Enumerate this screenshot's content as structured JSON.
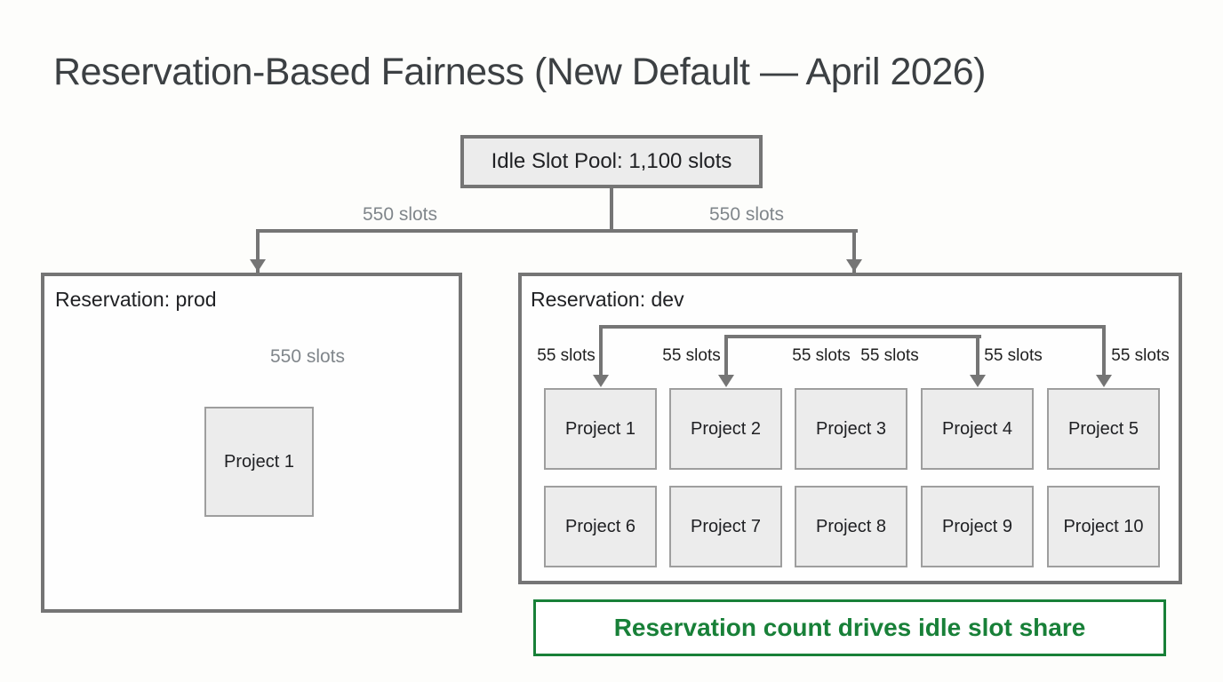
{
  "title": "Reservation-Based Fairness (New Default — April 2026)",
  "idle_pool": {
    "label": "Idle Slot Pool: 1,100 slots"
  },
  "branch": {
    "left_label": "550 slots",
    "right_label": "550 slots"
  },
  "prod_reservation": {
    "title": "Reservation: prod",
    "edge_label": "550 slots",
    "projects": [
      "Project 1"
    ]
  },
  "dev_reservation": {
    "title": "Reservation: dev",
    "edge_labels": [
      "55 slots",
      "55 slots",
      "55 slots",
      "55 slots",
      "55 slots",
      "55 slots"
    ],
    "projects": [
      "Project 1",
      "Project 2",
      "Project 3",
      "Project 4",
      "Project 5",
      "Project 6",
      "Project 7",
      "Project 8",
      "Project 9",
      "Project 10"
    ]
  },
  "callout": {
    "label": "Reservation count drives idle slot share"
  },
  "colors": {
    "connector": "#757575",
    "project_fill": "#ececec",
    "project_border": "#9e9e9e",
    "outer_border": "#757575",
    "title_text": "#3c4043",
    "body_text": "#202124",
    "muted_label": "#80868b",
    "callout_green": "#188038"
  }
}
